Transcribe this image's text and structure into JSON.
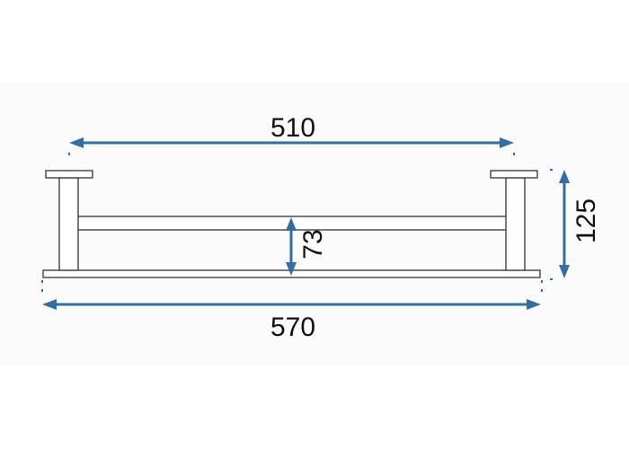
{
  "dimensions": {
    "inner_width": "510",
    "overall_width": "570",
    "bar_spacing": "73",
    "overall_height": "125"
  },
  "colors": {
    "dimension_line": "#2f6ea8",
    "outline": "#333333",
    "text": "#111111",
    "background": "#ffffff"
  }
}
